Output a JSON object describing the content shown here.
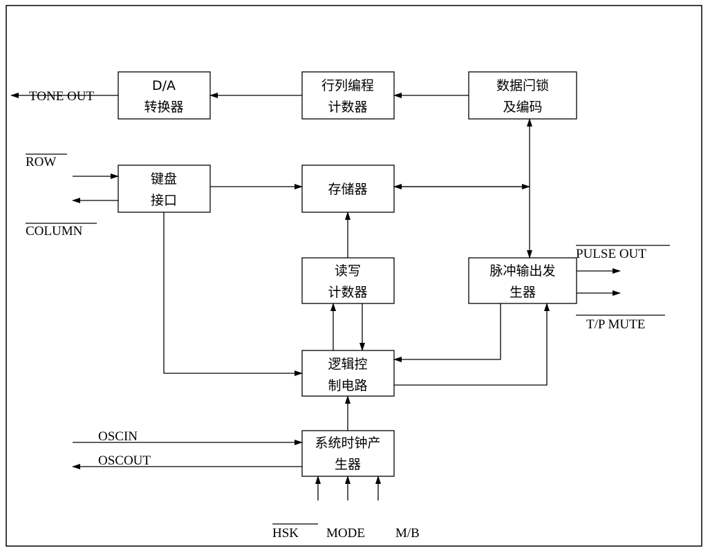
{
  "blocks": {
    "da_converter": [
      "D/A",
      "转换器"
    ],
    "row_col_counter": [
      "行列编程",
      "计数器"
    ],
    "data_latch": [
      "数据闩锁",
      "及编码"
    ],
    "keyboard_interface": [
      "键盘",
      "接口"
    ],
    "memory": [
      "存储器"
    ],
    "rw_counter": [
      "读写",
      "计数器"
    ],
    "pulse_generator": [
      "脉冲输出发",
      "生器"
    ],
    "logic_control": [
      "逻辑控",
      "制电路"
    ],
    "clock_generator": [
      "系统时钟产",
      "生器"
    ]
  },
  "signals": {
    "tone_out": "TONE OUT",
    "row": "ROW",
    "column": "COLUMN",
    "pulse_out": "PULSE  OUT",
    "tp_mute": "T/P MUTE",
    "oscin": "OSCIN",
    "oscout": "OSCOUT",
    "hsk": "HSK",
    "mode": "MODE",
    "mb": "M/B"
  }
}
